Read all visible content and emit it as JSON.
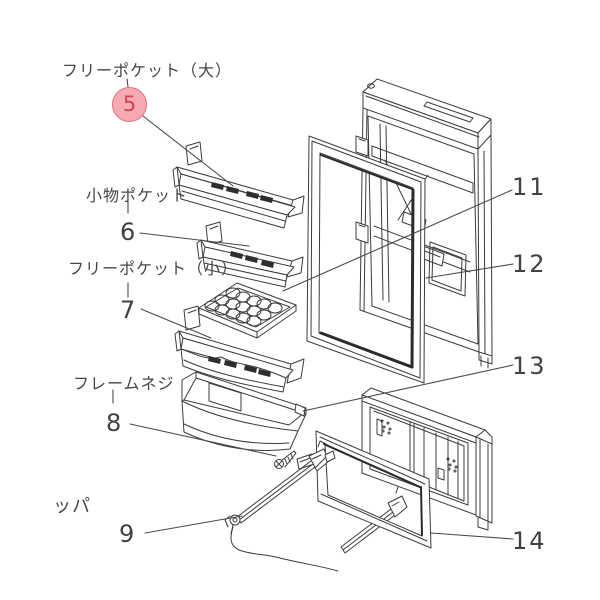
{
  "diagram": {
    "labels": {
      "free_pocket_large": "フリーポケット（大）",
      "small_items_pocket": "小物ポケット",
      "free_pocket_small": "フリーポケット（小）",
      "frame_screw": "フレームネジ",
      "stopper_partial": "ッパ"
    },
    "callouts": {
      "c5": "5",
      "c6": "6",
      "c7": "7",
      "c8": "8",
      "c9": "9",
      "c11": "11",
      "c12": "12",
      "c13": "13",
      "c14": "14"
    },
    "colors": {
      "line": "#3c3c3c",
      "background": "#ffffff",
      "highlight_fill": "#f8aab3",
      "highlight_border": "#e5707e",
      "highlight_text": "#d04456"
    }
  }
}
